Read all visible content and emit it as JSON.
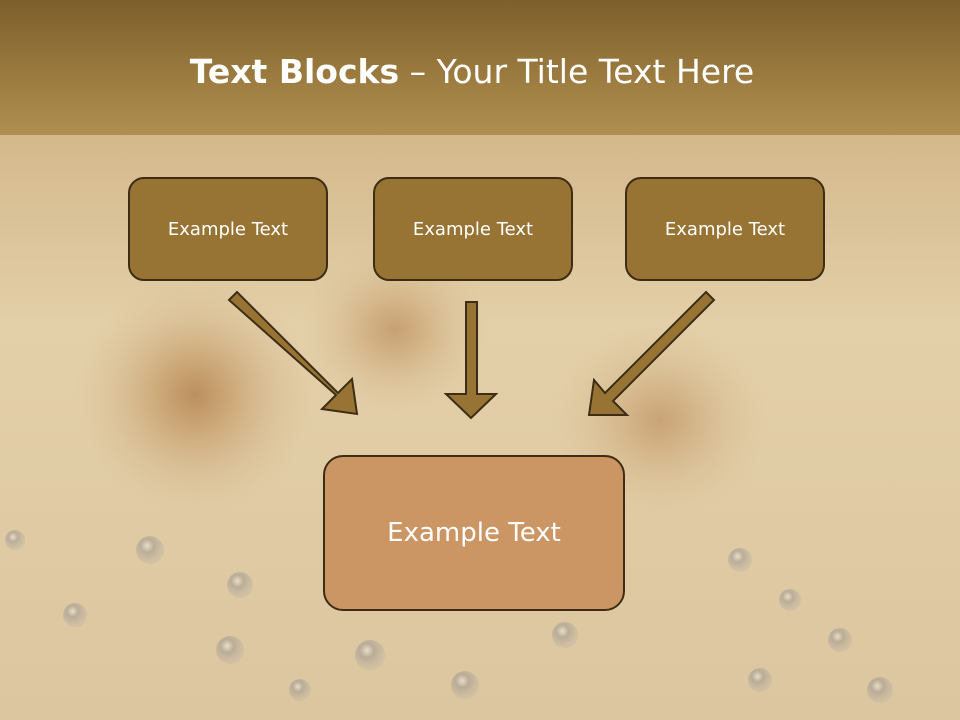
{
  "title": {
    "bold": "Text Blocks",
    "rest": " – Your Title Text Here"
  },
  "boxes": {
    "left": "Example Text",
    "middle": "Example Text",
    "right": "Example Text",
    "bottom": "Example Text"
  },
  "colors": {
    "title_band": "#9a7a3e",
    "small_box": "#977433",
    "big_box": "#cc9564",
    "border": "#3d2d16",
    "arrow": "#977433"
  }
}
